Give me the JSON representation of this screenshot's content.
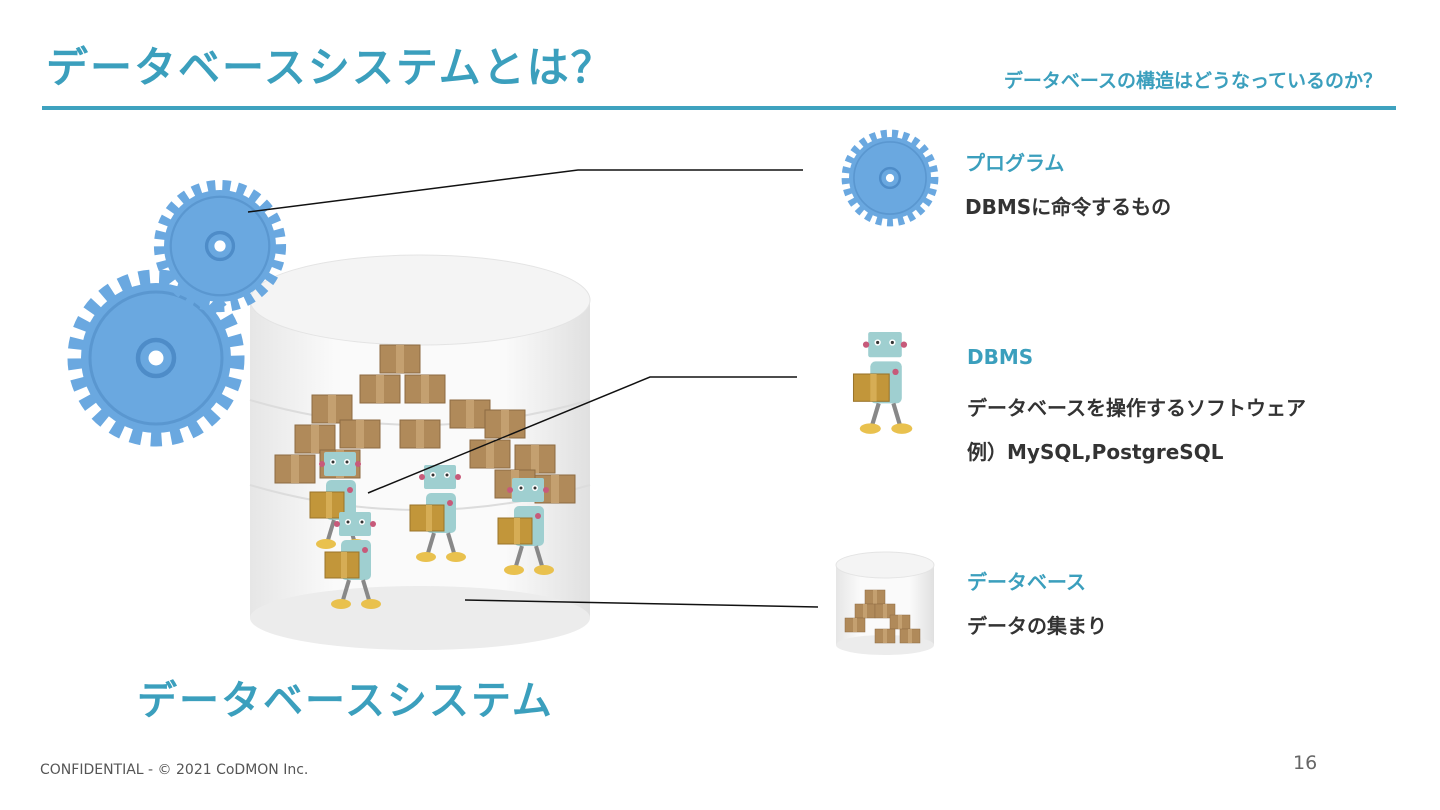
{
  "header": {
    "title": "データベースシステムとは？",
    "subtitle": "データベースの構造はどうなっているのか？"
  },
  "diagram": {
    "caption": "データベースシステム"
  },
  "legend": [
    {
      "icon": "gear-icon",
      "label": "プログラム",
      "lines": [
        "DBMSに命令するもの"
      ]
    },
    {
      "icon": "robot-icon",
      "label": "DBMS",
      "lines": [
        "データベースを操作するソフトウェア",
        "例）MySQL,PostgreSQL"
      ]
    },
    {
      "icon": "database-icon",
      "label": "データベース",
      "lines": [
        "データの集まり"
      ]
    }
  ],
  "footer": {
    "copyright": "CONFIDENTIAL - © 2021 CoDMON Inc.",
    "page_number": "16"
  },
  "colors": {
    "accent": "#3b9fbd",
    "gear": "#6aa8e0",
    "text": "#333333",
    "box": "#b08a5a",
    "robot": "#9fcfd0"
  }
}
